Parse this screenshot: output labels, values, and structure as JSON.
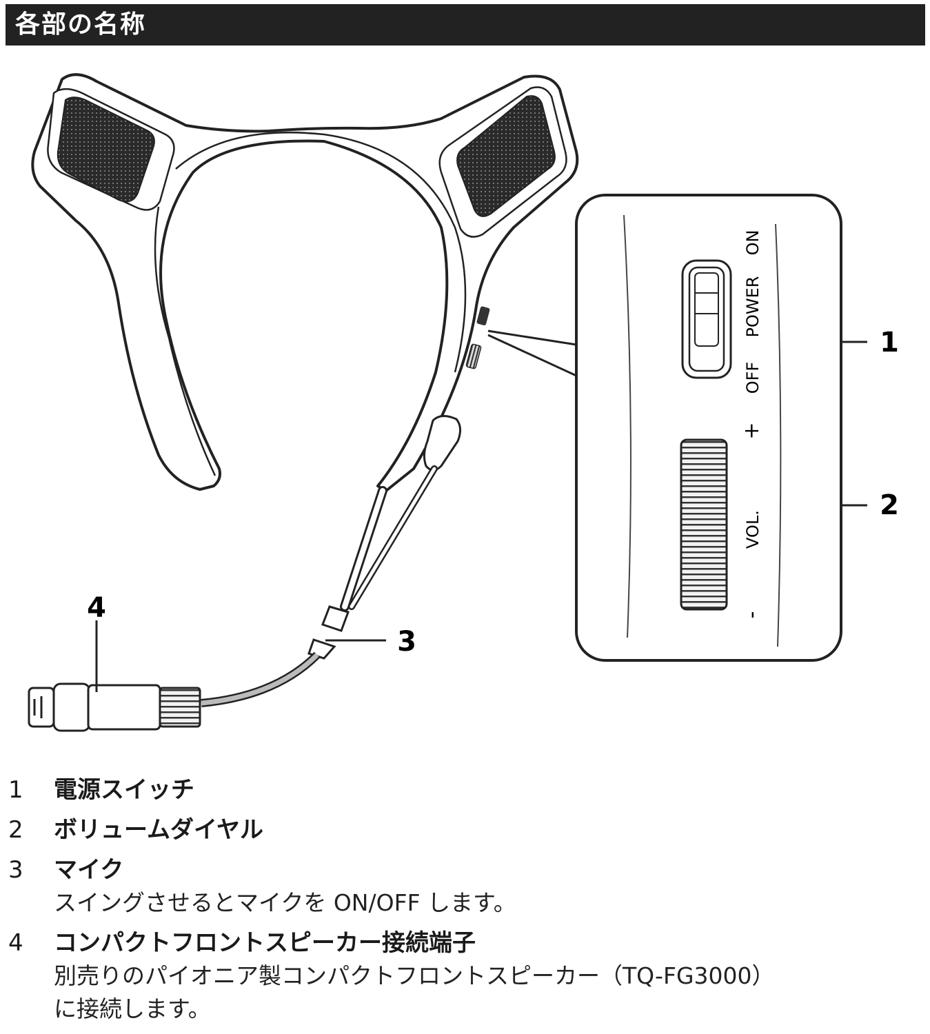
{
  "header": {
    "title": "各部の名称"
  },
  "figure": {
    "callouts": [
      "1",
      "2",
      "3",
      "4"
    ],
    "switch_panel": {
      "on_label": "ON",
      "power_label": "POWER",
      "off_label": "OFF",
      "plus_label": "+",
      "vol_label": "VOL.",
      "minus_label": "-"
    }
  },
  "legend": {
    "items": [
      {
        "num": "1",
        "label": "電源スイッチ",
        "desc": []
      },
      {
        "num": "2",
        "label": "ボリュームダイヤル",
        "desc": []
      },
      {
        "num": "3",
        "label": "マイク",
        "desc": [
          "スイングさせるとマイクを ON/OFF します。"
        ]
      },
      {
        "num": "4",
        "label": "コンパクトフロントスピーカー接続端子",
        "desc": [
          "別売りのパイオニア製コンパクトフロントスピーカー（TQ-FG3000）",
          "に接続します。"
        ]
      }
    ]
  }
}
